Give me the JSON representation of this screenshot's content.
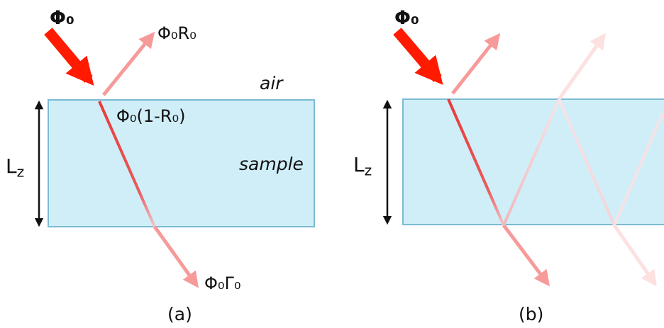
{
  "panel_a": {
    "incident_label": "Φ₀",
    "reflected_label": "Φ₀R₀",
    "transmitted_in_label": "Φ₀(1-R₀)",
    "exit_label": "Φ₀Γ₀",
    "air_label": "air",
    "sample_label": "sample",
    "thickness_label": "L_z",
    "caption": "(a)"
  },
  "panel_b": {
    "incident_label": "Φ₀",
    "thickness_label": "L_z",
    "caption": "(b)"
  },
  "colors": {
    "sample_fill": "#d0eef8",
    "sample_stroke": "#7bbbd4",
    "beam_strong": "#ff1a00",
    "beam_inside": "#e83a3a",
    "beam_light": "#f79a9a"
  }
}
